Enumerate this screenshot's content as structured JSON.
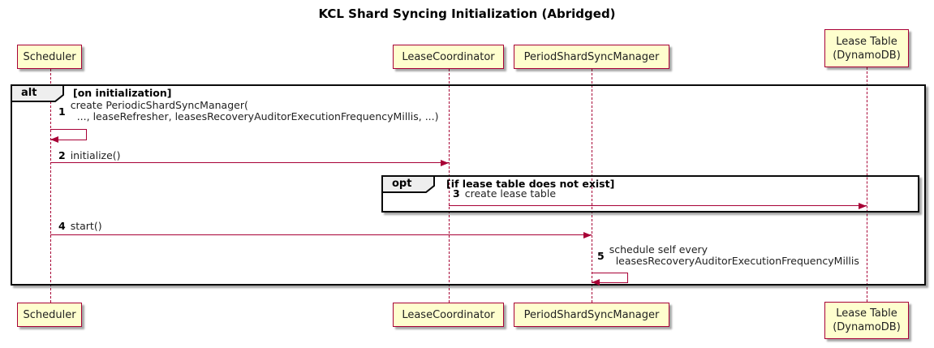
{
  "title": "KCL Shard Syncing Initialization (Abridged)",
  "colors": {
    "participant_fill": "#FEFECE",
    "participant_border": "#A80036",
    "arrow": "#A80036",
    "frame_border": "#000000",
    "pentagon_fill": "#EEEEEE"
  },
  "participants": [
    {
      "name": "Scheduler"
    },
    {
      "name": "LeaseCoordinator"
    },
    {
      "name": "PeriodShardSyncManager"
    },
    {
      "line1": "Lease Table",
      "line2": "(DynamoDB)"
    }
  ],
  "frames": [
    {
      "keyword": "alt",
      "condition": "[on initialization]"
    },
    {
      "keyword": "opt",
      "condition": "[if lease table does not exist]"
    }
  ],
  "messages": [
    {
      "num": "1",
      "line1": "create PeriodicShardSyncManager(",
      "line2": "..., leaseRefresher, leasesRecoveryAuditorExecutionFrequencyMillis, ...)",
      "kind": "self",
      "on": "Scheduler"
    },
    {
      "num": "2",
      "text": "initialize()",
      "from": "Scheduler",
      "to": "LeaseCoordinator"
    },
    {
      "num": "3",
      "text": "create lease table",
      "from": "LeaseCoordinator",
      "to": "Lease Table (DynamoDB)"
    },
    {
      "num": "4",
      "text": "start()",
      "from": "Scheduler",
      "to": "PeriodShardSyncManager"
    },
    {
      "num": "5",
      "line1": "schedule self every",
      "line2": "leasesRecoveryAuditorExecutionFrequencyMillis",
      "kind": "self",
      "on": "PeriodShardSyncManager"
    }
  ]
}
